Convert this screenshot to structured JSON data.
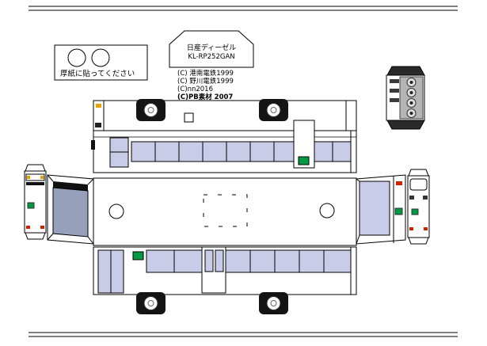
{
  "header": {
    "model_line1": "日産ディーゼル",
    "model_line2": "KL-RP252GAN"
  },
  "credits": [
    "(C) 港南電鉄1999",
    "(C) 野川電鉄1999",
    "(C)nn2016",
    "(C)PB素材 2007"
  ],
  "note": {
    "text": "厚紙に貼ってください"
  },
  "colors": {
    "window": "#c8cce8",
    "windshield": "#97a0ba",
    "sign_green": "#009a44",
    "light_red": "#cc2200",
    "light_amber": "#e8a000",
    "wheel_black": "#141414",
    "tab_dark": "#2a2a2a",
    "panel_gray": "#b5b5b5"
  }
}
